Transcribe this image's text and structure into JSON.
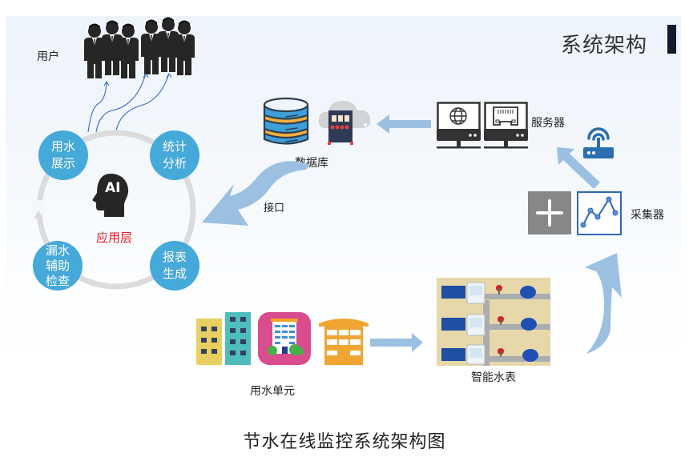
{
  "header": {
    "title": "系统架构"
  },
  "users": {
    "label": "用户"
  },
  "application_layer": {
    "label": "应用层",
    "ai_badge": "AI",
    "modules": [
      {
        "line1": "用水",
        "line2": "展示"
      },
      {
        "line1": "统计",
        "line2": "分析"
      },
      {
        "line1": "报表",
        "line2": "生成"
      },
      {
        "line1": "漏水",
        "line2": "辅助",
        "line3": "检查"
      }
    ]
  },
  "database": {
    "label": "数据库"
  },
  "interface": {
    "label": "接口"
  },
  "server": {
    "label": "服务器"
  },
  "collector": {
    "label": "采集器"
  },
  "water_units": {
    "label": "用水单元"
  },
  "smart_meter": {
    "label": "智能水表"
  },
  "caption": "节水在线监控系统架构图",
  "colors": {
    "bubble_blue": "#45a9d9",
    "arrow_blue": "#9cc0e2",
    "title_bar": "#121a2e",
    "app_layer_red": "#e1202a",
    "router_blue": "#2a6fb0",
    "db_blue": "#3d9fd8",
    "db_orange": "#f2ae3d"
  }
}
